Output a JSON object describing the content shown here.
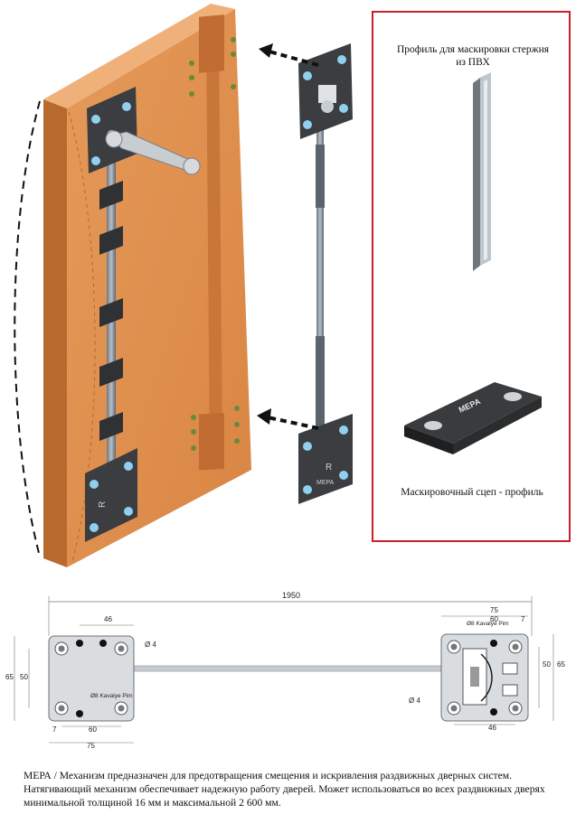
{
  "caption_profile": "Профиль для маскировки стержня из ПВХ",
  "caption_clip": "Маскировочный сцеп - профиль",
  "clip_logo": "MEPA",
  "plate_marks": {
    "letter": "R",
    "brand": "MEPA"
  },
  "dimensions": {
    "total_length": "1950",
    "left_plate_hole_span": "46",
    "left_plate_width": "75",
    "left_plate_inner": "60",
    "left_plate_edge": "7",
    "left_plate_height": "65",
    "left_plate_inner_height": "50",
    "left_hole_dia": "Ø 4",
    "pin_label": "Ø8 Kavalye Pim",
    "right_plate_width": "75",
    "right_plate_inner": "60",
    "right_plate_edge": "7",
    "right_plate_height": "65",
    "right_plate_inner_height": "50",
    "right_hole_dia": "Ø 4",
    "right_hole_span": "46"
  },
  "description": "МЕРА / Механизм предназначен для предотвращения смещения и искривления раздвижных дверных систем. Натягивающий механизм обеспечивает надежную работу дверей. Может использоваться во всех раздвижных дверях минимальной толщиной 16 мм и максимальной 2 600 мм."
}
